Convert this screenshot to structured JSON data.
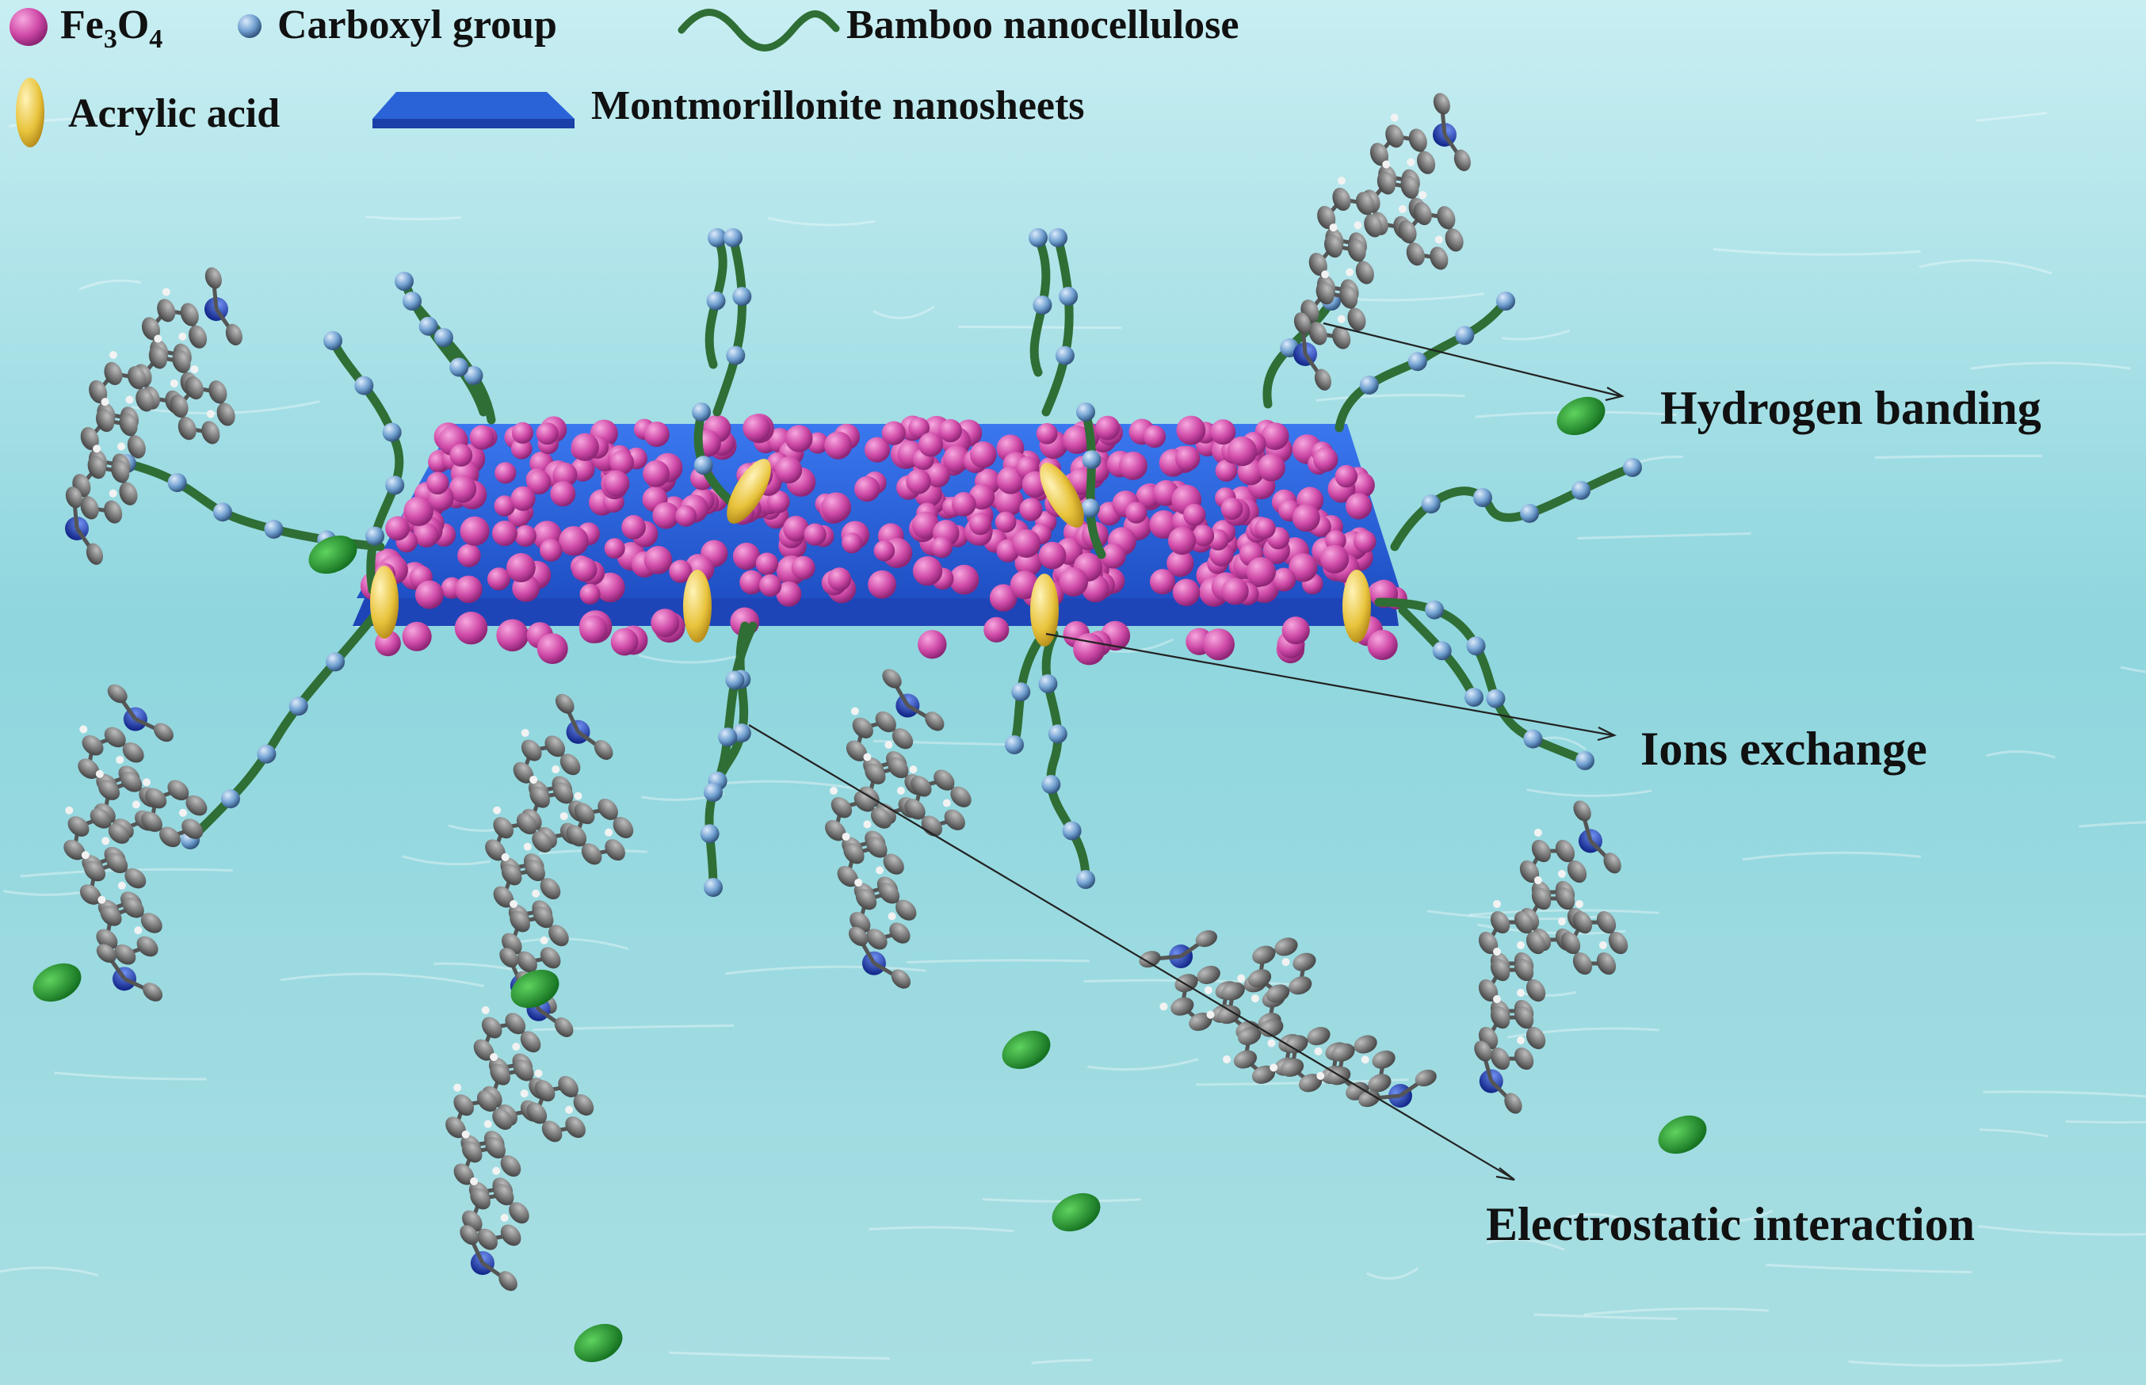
{
  "legend": {
    "fe3o4": {
      "base": "Fe",
      "sub1": "3",
      "mid": "O",
      "sub2": "4"
    },
    "carboxyl": "Carboxyl group",
    "bamboo": "Bamboo nanocellulose",
    "acrylic": "Acrylic acid",
    "montmorillonite": "Montmorillonite nanosheets"
  },
  "annotations": {
    "hydrogen": "Hydrogen banding",
    "ions": "Ions exchange",
    "electrostatic": "Electrostatic interaction"
  },
  "colors": {
    "water_light": "#bfe9ee",
    "water_mid": "#86d3dc",
    "fe3o4": "#d04ba8",
    "carboxyl": "#6f9fd0",
    "nanocellulose": "#2f6e35",
    "acrylic": "#e8c33c",
    "montmorillonite": "#2a63d8",
    "dye_carbon": "#666666",
    "dye_nitrogen": "#1d3fb8",
    "chloride": "#1f9a2c"
  }
}
